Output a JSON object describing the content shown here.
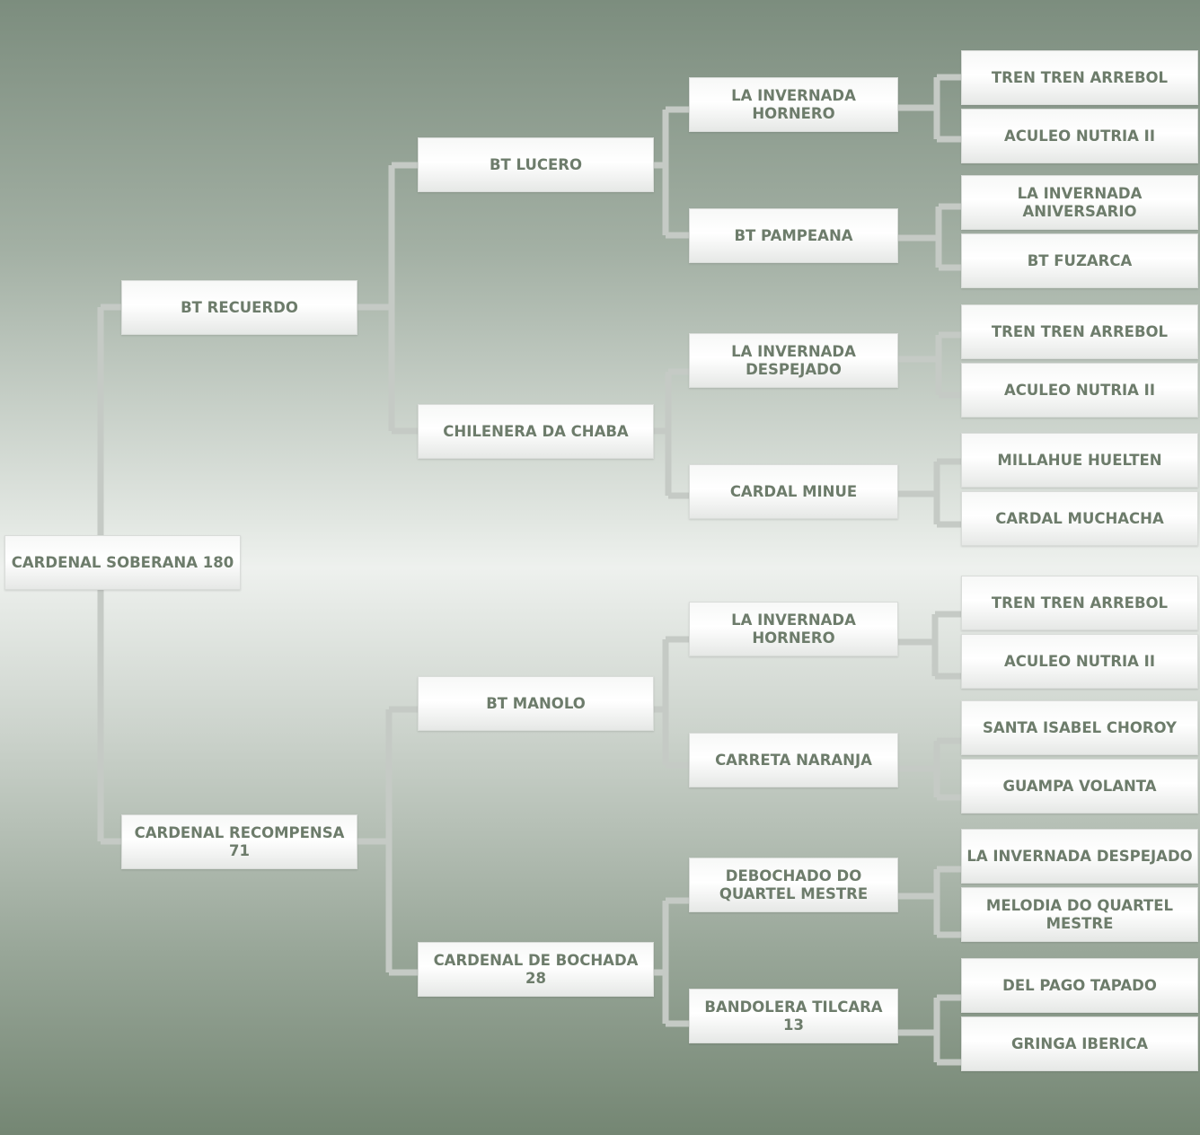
{
  "pedigree": {
    "subject": "CARDENAL SOBERANA 180",
    "gen1": [
      "BT RECUERDO",
      "CARDENAL RECOMPENSA 71"
    ],
    "gen2": [
      "BT LUCERO",
      "CHILENERA DA CHABA",
      "BT MANOLO",
      "CARDENAL DE BOCHADA 28"
    ],
    "gen3": [
      "LA INVERNADA HORNERO",
      "BT PAMPEANA",
      "LA INVERNADA DESPEJADO",
      "CARDAL MINUE",
      "LA INVERNADA HORNERO",
      "CARRETA NARANJA",
      "DEBOCHADO DO QUARTEL MESTRE",
      "BANDOLERA TILCARA 13"
    ],
    "gen4": [
      "TREN TREN ARREBOL",
      "ACULEO NUTRIA II",
      "LA INVERNADA ANIVERSARIO",
      "BT FUZARCA",
      "TREN TREN ARREBOL",
      "ACULEO NUTRIA II",
      "MILLAHUE HUELTEN",
      "CARDAL MUCHACHA",
      "TREN TREN ARREBOL",
      "ACULEO NUTRIA II",
      "SANTA ISABEL CHOROY",
      "GUAMPA VOLANTA",
      "LA INVERNADA DESPEJADO",
      "MELODIA DO QUARTEL MESTRE",
      "DEL PAGO TAPADO",
      "GRINGA IBERICA"
    ]
  }
}
